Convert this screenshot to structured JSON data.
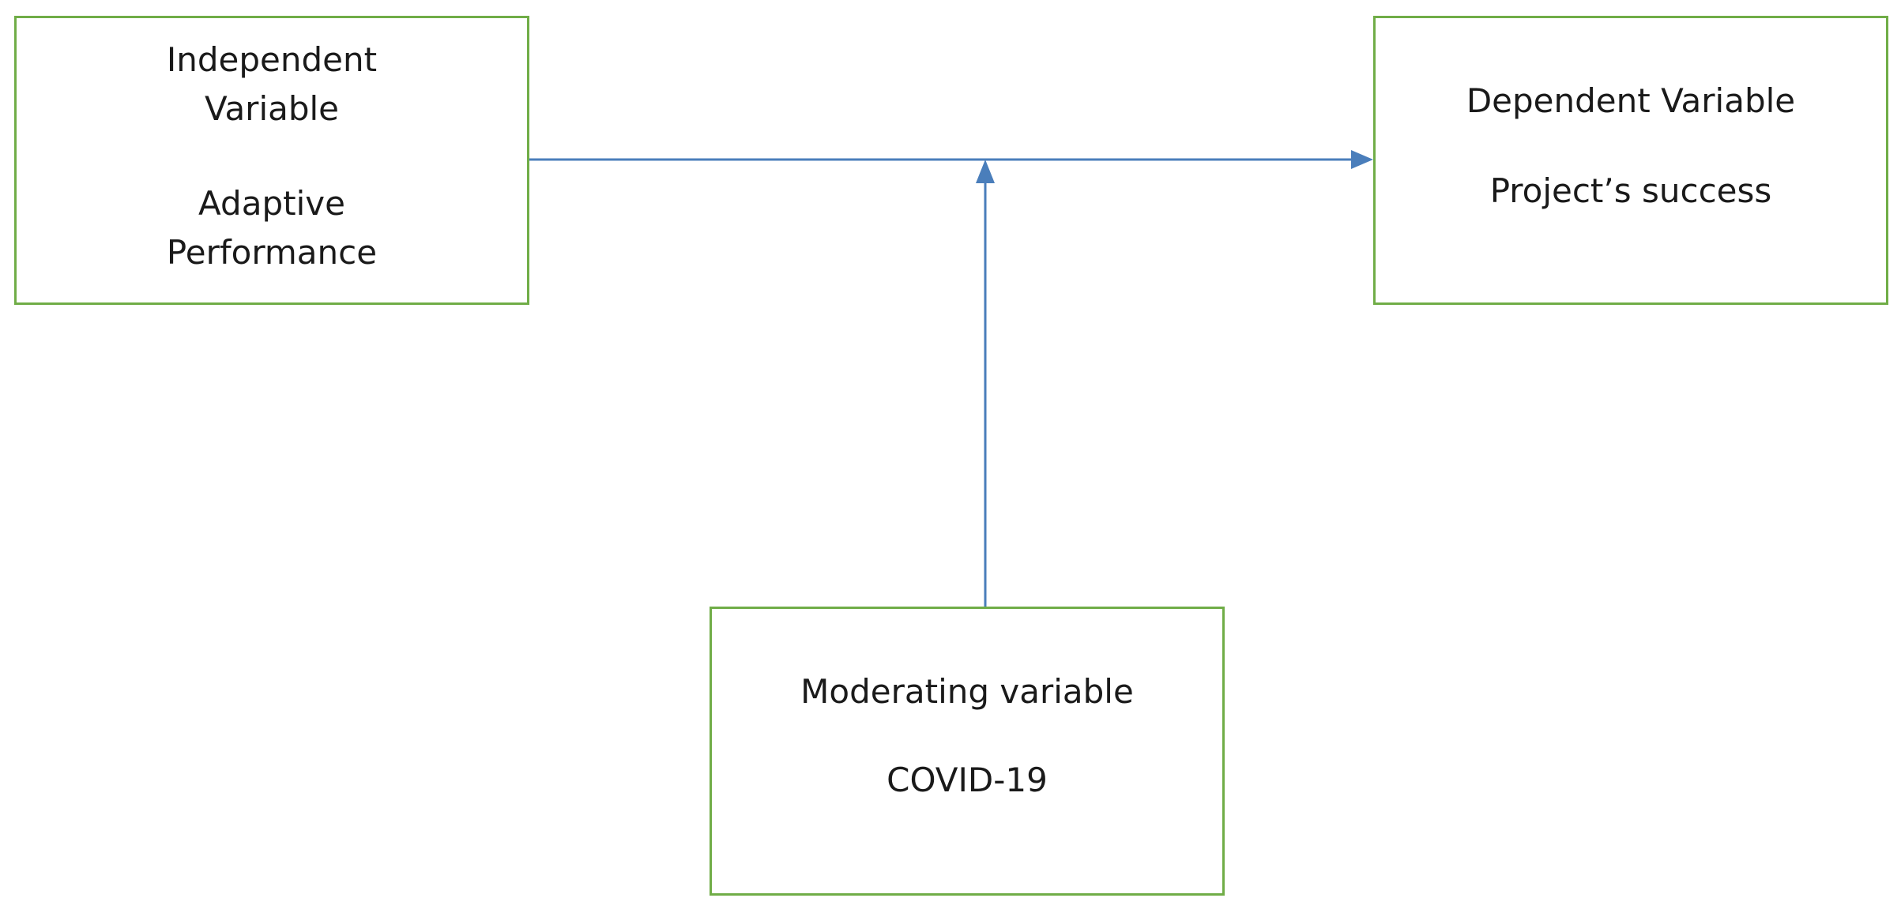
{
  "boxes": {
    "independent": {
      "line1": "Independent",
      "line2": "Variable",
      "line3": "Adaptive",
      "line4": "Performance"
    },
    "dependent": {
      "line1": "Dependent Variable",
      "line2": "Project’s success"
    },
    "moderating": {
      "line1": "Moderating variable",
      "line2": "COVID-19"
    }
  },
  "colors": {
    "box_border": "#70ad47",
    "arrow": "#4a7ebb"
  }
}
